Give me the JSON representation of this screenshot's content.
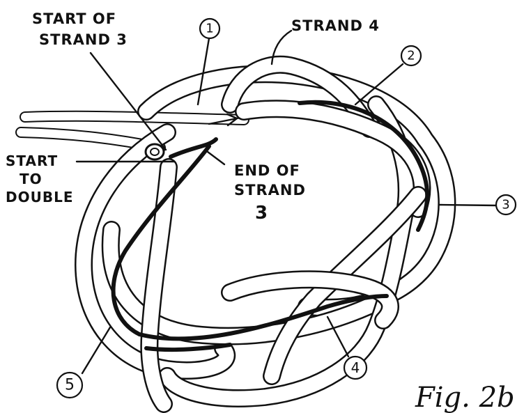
{
  "labels": {
    "start_strand3_line1": "START OF",
    "start_strand3_line2": "STRAND 3",
    "strand4": "STRAND 4",
    "start_double_line1": "START",
    "start_double_line2": "TO",
    "start_double_line3": "DOUBLE",
    "end_strand3_line1": "END OF",
    "end_strand3_line2": "STRAND",
    "end_strand3_line3": "3",
    "figure": "Fig. 2b"
  },
  "markers": {
    "m1": "1",
    "m2": "2",
    "m3": "3",
    "m4": "4",
    "m5": "5"
  },
  "colors": {
    "ink": "#111111",
    "paper": "#ffffff"
  }
}
